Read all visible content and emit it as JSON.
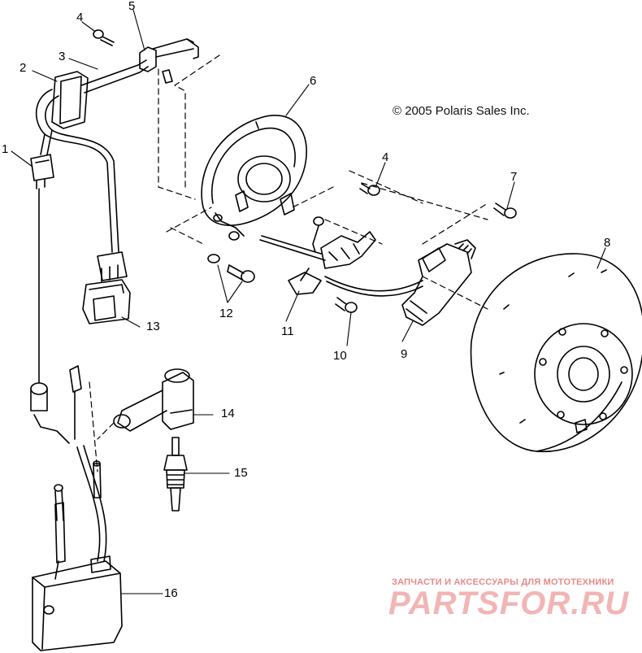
{
  "copyright": "© 2005 Polaris Sales Inc.",
  "watermark": {
    "tagline": "ЗАПЧАСТИ И АКСЕССУАРЫ ДЛЯ МОТОТЕХНИКИ",
    "logo": "PARTSFOR.RU"
  },
  "callouts": {
    "p1": "1",
    "p2": "2",
    "p3": "3",
    "p4a": "4",
    "p4b": "4",
    "p5": "5",
    "p6": "6",
    "p7": "7",
    "p8": "8",
    "p9": "9",
    "p10": "10",
    "p11": "11",
    "p12": "12",
    "p13": "13",
    "p14": "14",
    "p15": "15",
    "p16": "16"
  },
  "colors": {
    "line": "#000000",
    "watermark": "#f2b5b5",
    "watermark_text": "#e88a8a"
  }
}
